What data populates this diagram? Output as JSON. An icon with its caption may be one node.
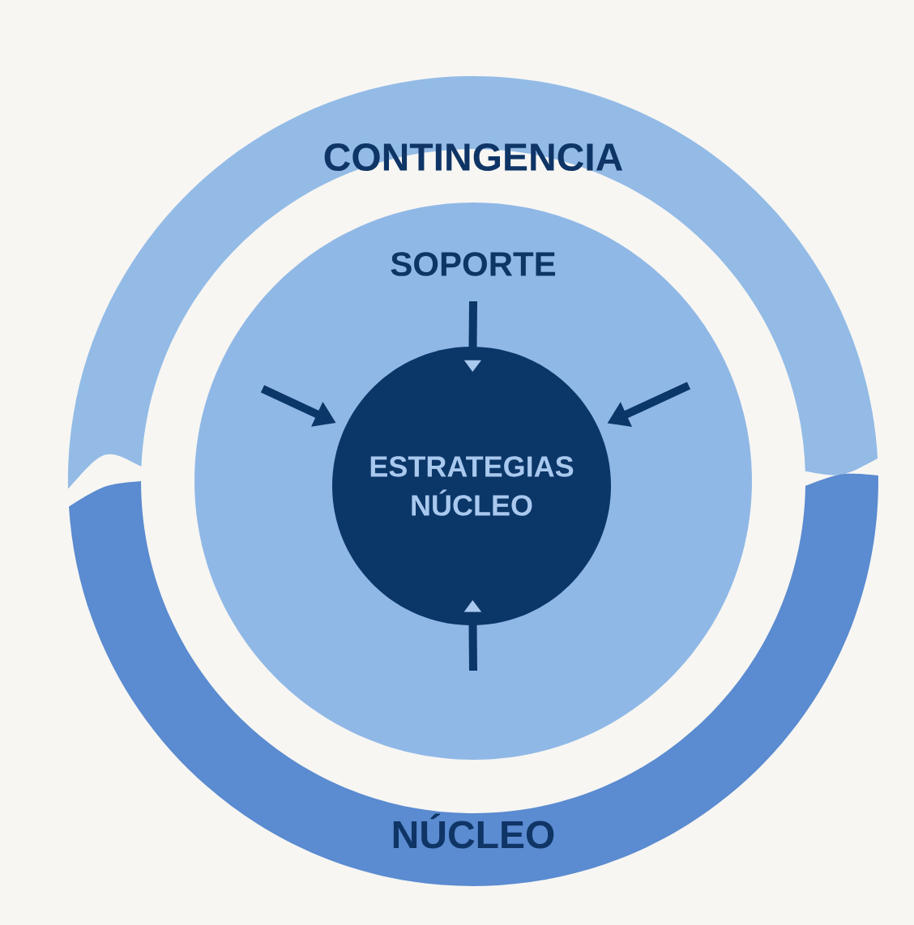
{
  "diagram": {
    "nodes": [
      {
        "text": [
          "CONTINGENCIA"
        ]
      },
      {
        "text": [
          "NÚCLEO"
        ]
      },
      {
        "text": [
          "SOPORTE"
        ]
      },
      {
        "text": [
          "ESTRATEGIAS NÚCLEO"
        ],
        "in": 2
      }
    ],
    "edges": [
      {
        "from": null,
        "to": 3,
        "arrow": "to"
      },
      {
        "from": null,
        "to": 3,
        "arrow": "to"
      },
      {
        "from": null,
        "to": 3,
        "arrow": "to"
      },
      {
        "from": null,
        "to": 3,
        "arrow": "to"
      }
    ]
  }
}
